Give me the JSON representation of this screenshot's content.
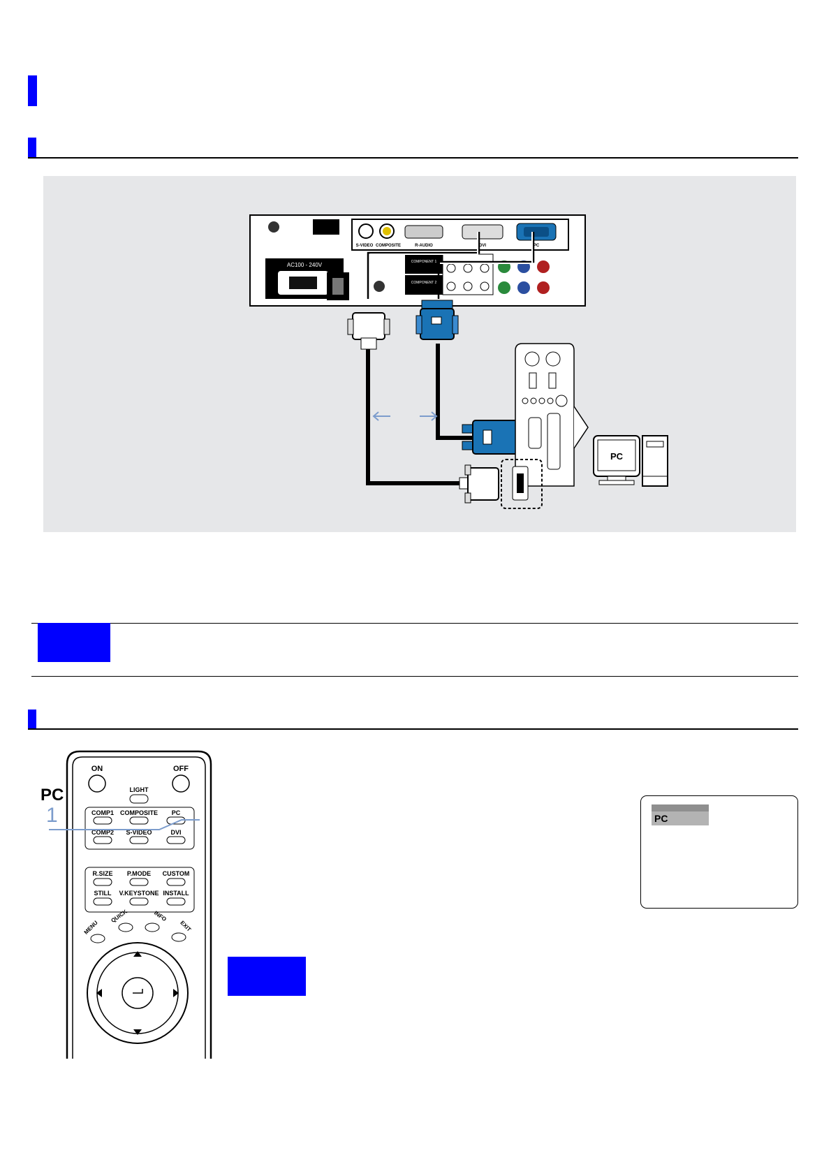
{
  "colors": {
    "heading_accent": "#0000ff",
    "diagram_bg": "#e6e7e9",
    "vga_blue": "#1a73b5",
    "callout_line": "#7c9ccc"
  },
  "diagram": {
    "projector_power_label": "AC100 - 240V",
    "port_labels": [
      "S-VIDEO",
      "COMPOSITE",
      "R-AUDIO",
      "DVI",
      "PC"
    ],
    "component_labels": [
      "COMPONENT 1",
      "COMPONENT 2"
    ],
    "pc_label": "PC"
  },
  "remote": {
    "callout_label": "PC",
    "callout_number": "1",
    "buttons": {
      "on": "ON",
      "off": "OFF",
      "light": "LIGHT",
      "comp1": "COMP1",
      "composite": "COMPOSITE",
      "pc": "PC",
      "comp2": "COMP2",
      "svideo": "S-VIDEO",
      "dvi": "DVI",
      "rsize": "R.SIZE",
      "pmode": "P.MODE",
      "custom": "CUSTOM",
      "still": "STILL",
      "vkeystone": "V.KEYSTONE",
      "install": "INSTALL",
      "menu": "MENU",
      "quick": "QUICK",
      "info": "INFO",
      "exit": "EXIT"
    }
  },
  "osd": {
    "item": "PC"
  }
}
